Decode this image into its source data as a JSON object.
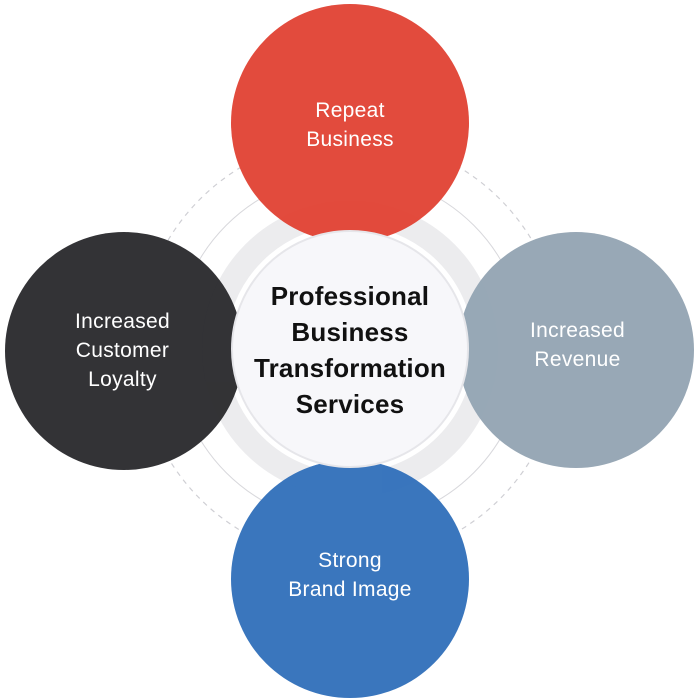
{
  "center": {
    "text": "Professional\nBusiness\nTransformation\nServices"
  },
  "nodes": {
    "top": {
      "text": "Repeat\nBusiness",
      "color": "#e24b3d"
    },
    "right": {
      "text": "Increased\nRevenue",
      "color": "#98a8b6"
    },
    "bottom": {
      "text": "Strong\nBrand Image",
      "color": "#3a76bd"
    },
    "left": {
      "text": "Increased\nCustomer\nLoyalty",
      "color": "#333336"
    }
  },
  "hub_color": "#f7f7fa",
  "ring_color": "#d4d4d8"
}
